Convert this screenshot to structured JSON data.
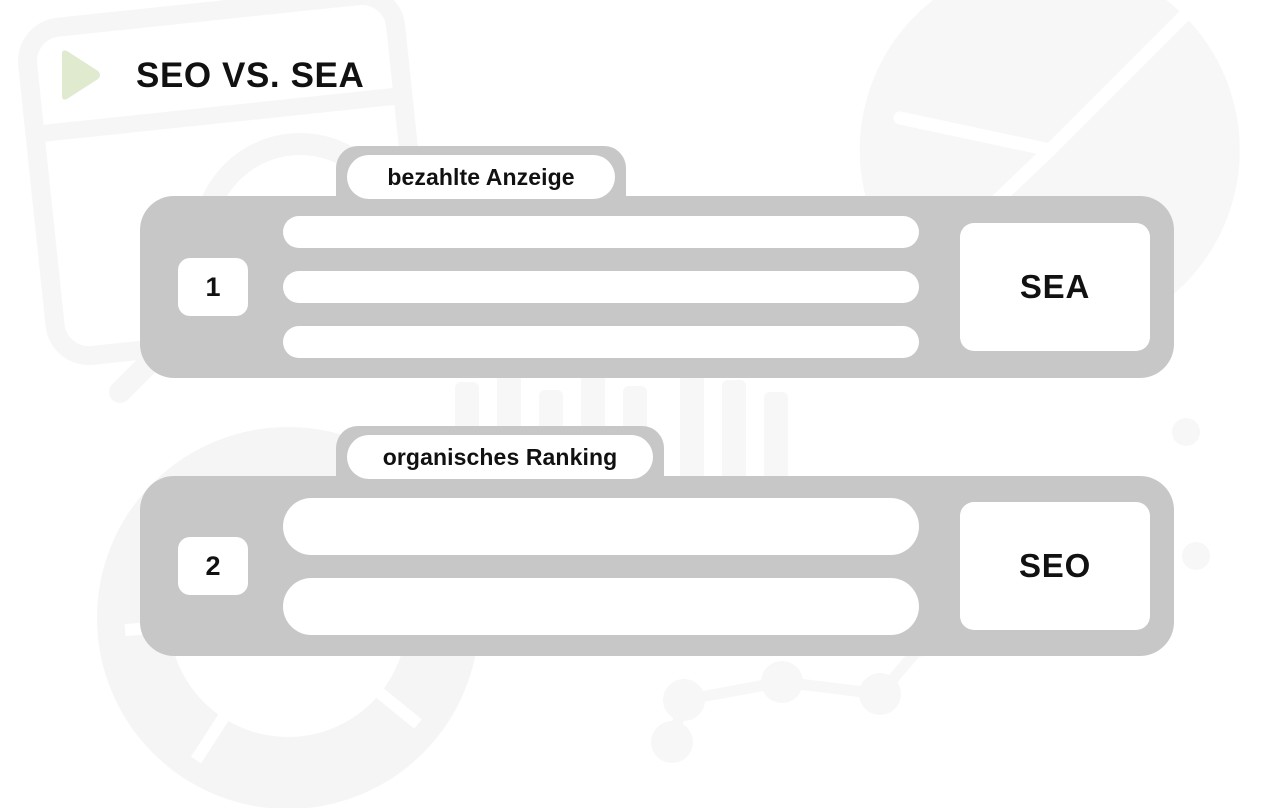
{
  "page": {
    "title": "SEO VS. SEA",
    "background_color": "#ffffff",
    "accent_green": "#dfeacf",
    "card_grey": "#c7c7c7",
    "panel_white": "#ffffff",
    "text_color": "#111111"
  },
  "header": {
    "icon": "play-triangle-icon",
    "title": "SEO VS. SEA"
  },
  "sections": [
    {
      "badge": "bezahlte Anzeige",
      "number": "1",
      "result_bars": 3,
      "label": "SEA"
    },
    {
      "badge": "organisches Ranking",
      "number": "2",
      "result_bars": 2,
      "label": "SEO"
    }
  ],
  "watermarks": [
    "browser-window-icon",
    "magnifier-icon",
    "pie-chart-icon",
    "donut-chart-icon",
    "bar-chart-icon",
    "line-chart-nodes-icon"
  ]
}
